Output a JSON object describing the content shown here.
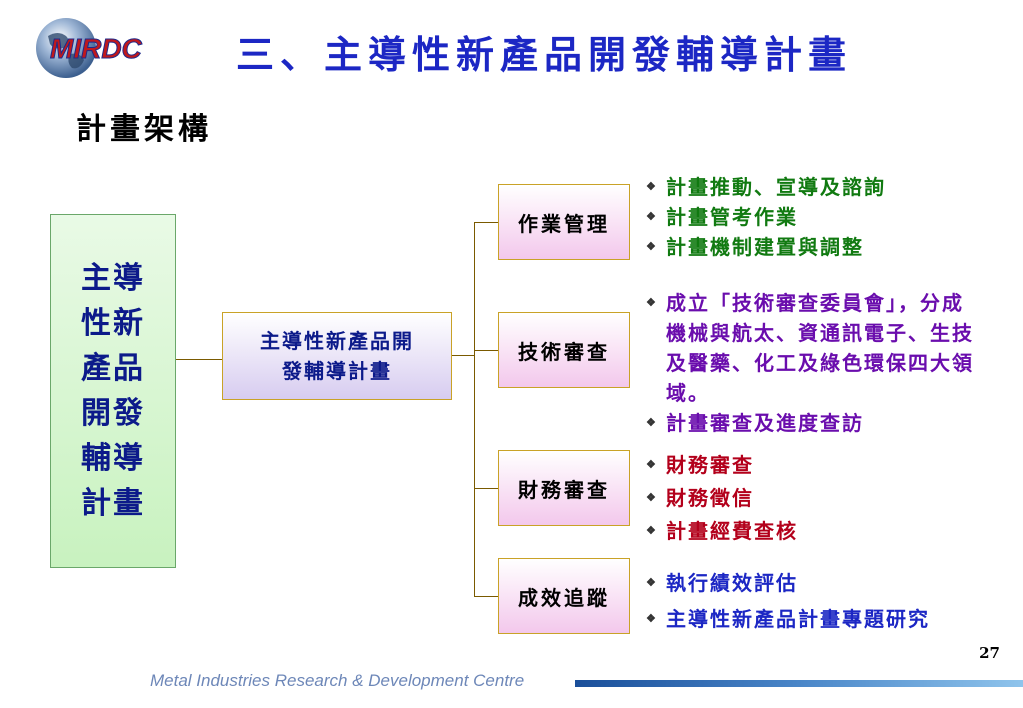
{
  "header": {
    "logo_text": "MIRDC",
    "title": "三、主導性新產品開發輔導計畫"
  },
  "subtitle": "計畫架構",
  "main_box": {
    "label": "主導性新產品開發輔導計畫"
  },
  "hub_box": {
    "label": "主導性新產品開發輔導計畫"
  },
  "categories": [
    {
      "label": "作業管理"
    },
    {
      "label": "技術審查"
    },
    {
      "label": "財務審查"
    },
    {
      "label": "成效追蹤"
    }
  ],
  "bullets": [
    [
      "計畫推動、宣導及諮詢",
      "計畫管考作業",
      "計畫機制建置與調整"
    ],
    [
      "成立「技術審查委員會」，分成機械與航太、資通訊電子、生技及醫藥、化工及綠色環保四大領域。",
      "計畫審查及進度查訪"
    ],
    [
      "財務審查",
      "財務徵信",
      "計畫經費查核"
    ],
    [
      "執行績效評估",
      "主導性新產品計畫專題研究"
    ]
  ],
  "colors": {
    "title": "#1c27c4",
    "group1_text": "#117a11",
    "group2_text": "#6a0dad",
    "group3_text": "#b3001b",
    "group4_text": "#1c27c4",
    "main_box_fill": "#c8f2bf",
    "category_fill": "#f3c8ec"
  },
  "icons": {
    "bullet": "diamond-bullet-icon",
    "logo": "globe-logo-icon"
  },
  "footer": {
    "org_name": "Metal Industries Research & Development Centre",
    "page_number": "27"
  }
}
